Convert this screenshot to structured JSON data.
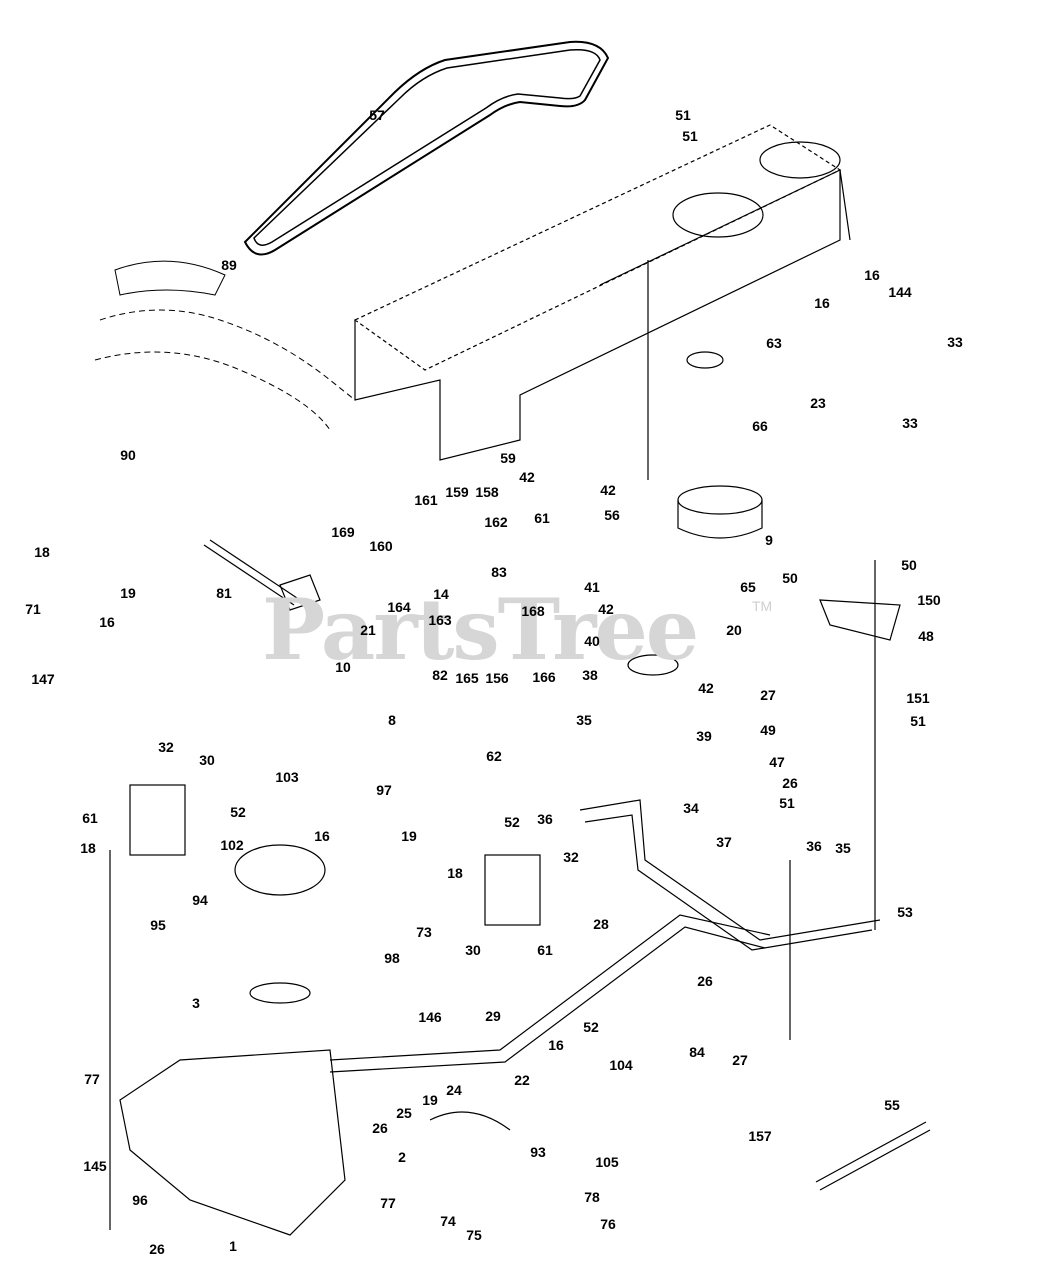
{
  "watermark": {
    "text": "PartsTree",
    "trademark": "TM",
    "color": "#d6d6d6"
  },
  "callouts": [
    "57",
    "51",
    "51",
    "89",
    "16",
    "144",
    "16",
    "63",
    "33",
    "23",
    "33",
    "66",
    "90",
    "59",
    "42",
    "42",
    "161",
    "159",
    "158",
    "61",
    "56",
    "162",
    "9",
    "169",
    "160",
    "18",
    "19",
    "81",
    "41",
    "65",
    "50",
    "50",
    "83",
    "164",
    "14",
    "163",
    "168",
    "71",
    "42",
    "150",
    "16",
    "21",
    "20",
    "48",
    "40",
    "82",
    "165",
    "156",
    "166",
    "38",
    "10",
    "147",
    "27",
    "151",
    "42",
    "8",
    "51",
    "35",
    "49",
    "39",
    "32",
    "30",
    "62",
    "47",
    "26",
    "103",
    "97",
    "61",
    "52",
    "36",
    "34",
    "51",
    "18",
    "102",
    "16",
    "19",
    "52",
    "32",
    "37",
    "36",
    "35",
    "18",
    "94",
    "73",
    "30",
    "61",
    "53",
    "95",
    "28",
    "98",
    "26",
    "3",
    "146",
    "29",
    "52",
    "84",
    "27",
    "16",
    "104",
    "22",
    "24",
    "19",
    "25",
    "26",
    "77",
    "55",
    "157",
    "93",
    "105",
    "2",
    "145",
    "96",
    "77",
    "78",
    "74",
    "76",
    "75",
    "26",
    "1"
  ]
}
